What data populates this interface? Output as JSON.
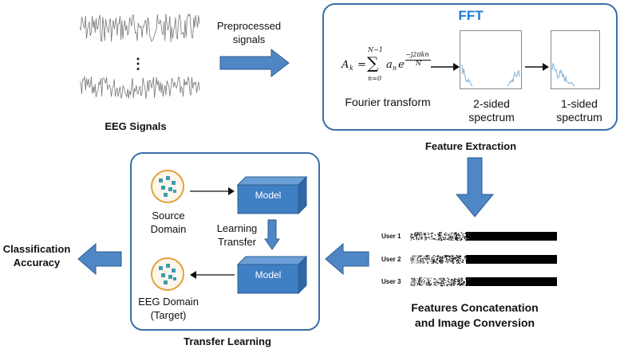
{
  "eeg": {
    "ellipsis": "⋮",
    "label": "EEG Signals"
  },
  "preprocess": {
    "line1": "Preprocessed",
    "line2": "signals"
  },
  "fft": {
    "title": "FFT",
    "formula_lhs": "A",
    "formula_lhs_sub": "k",
    "formula_eq": "=",
    "sum_top": "N−1",
    "sum_bottom": "n=0",
    "sum_symbol": "∑",
    "term": "a",
    "term_sub": "n",
    "term_e": "e",
    "exponent_top": "−j2πkn",
    "exponent_bottom": "N",
    "fourier_label": "Fourier transform",
    "two_sided_line1": "2-sided",
    "two_sided_line2": "spectrum",
    "one_sided_line1": "1-sided",
    "one_sided_line2": "spectrum",
    "caption": "Feature Extraction"
  },
  "features": {
    "users": [
      "User 1",
      "User 2",
      "User 3"
    ],
    "caption_line1": "Features Concatenation",
    "caption_line2": "and Image Conversion"
  },
  "transfer": {
    "model_top": "Model",
    "model_bottom": "Model",
    "source_line1": "Source",
    "source_line2": "Domain",
    "learning_line1": "Learning",
    "learning_line2": "Transfer",
    "eeg_domain_line1": "EEG Domain",
    "eeg_domain_line2": "(Target)",
    "caption": "Transfer Learning"
  },
  "output": {
    "line1": "Classification",
    "line2": "Accuracy"
  },
  "colors": {
    "arrow_fill": "#4f86c6",
    "panel_border": "#3a6fa8",
    "fft_title": "#1f7ad6",
    "model_face": "#3f7fc4",
    "domain_ring": "#e3a23a",
    "domain_dot": "#3f9bb0",
    "spectrum": "#7fb2d9"
  }
}
